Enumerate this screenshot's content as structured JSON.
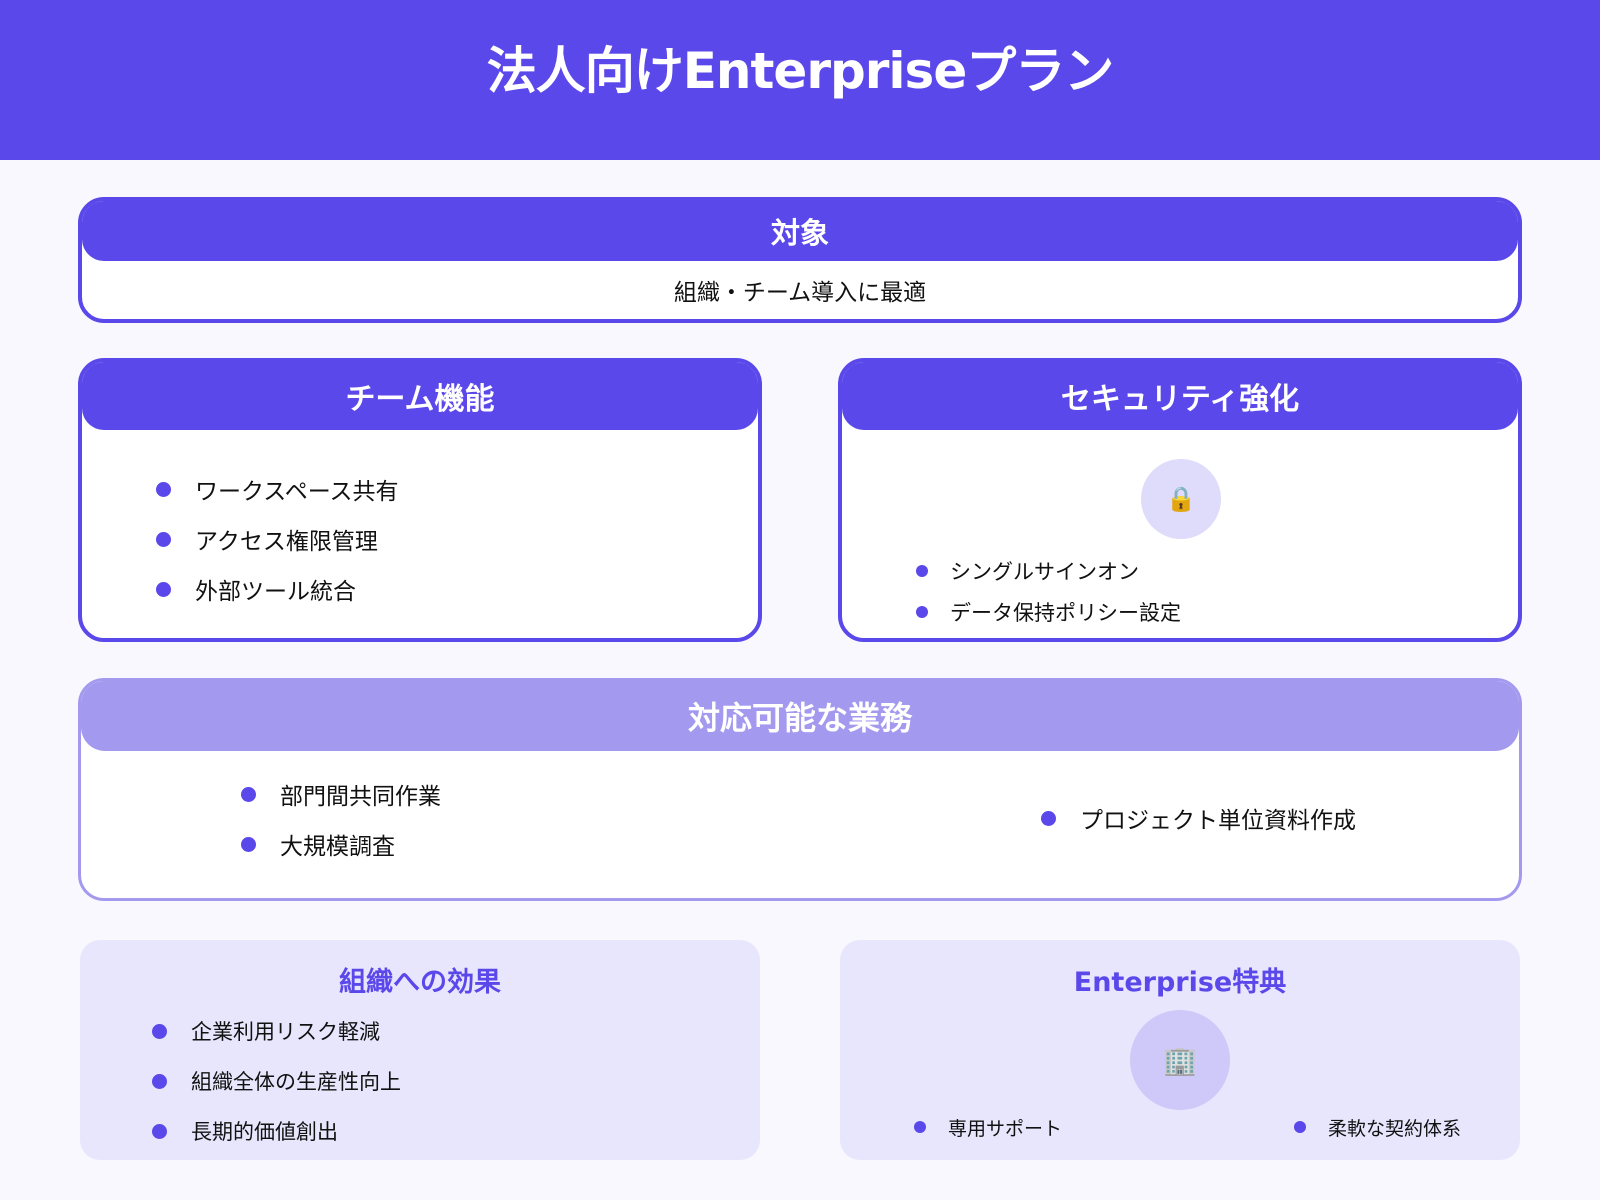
{
  "header": {
    "title": "法人向けEnterpriseプラン"
  },
  "target": {
    "heading": "対象",
    "text": "組織・チーム導入に最適"
  },
  "team_features": {
    "heading": "チーム機能",
    "items": [
      "ワークスペース共有",
      "アクセス権限管理",
      "外部ツール統合"
    ]
  },
  "security": {
    "heading": "セキュリティ強化",
    "icon": "🔒",
    "items": [
      "シングルサインオン",
      "データ保持ポリシー設定"
    ]
  },
  "tasks": {
    "heading": "対応可能な業務",
    "left_items": [
      "部門間共同作業",
      "大規模調査"
    ],
    "right_items": [
      "プロジェクト単位資料作成"
    ]
  },
  "org_effects": {
    "heading": "組織への効果",
    "items": [
      "企業利用リスク軽減",
      "組織全体の生産性向上",
      "長期的価値創出"
    ]
  },
  "benefits": {
    "heading": "Enterprise特典",
    "icon": "🏢",
    "items": [
      "専用サポート",
      "柔軟な契約体系"
    ]
  },
  "colors": {
    "primary": "#5B48EA",
    "secondary_header": "#A39AEF",
    "soft_panel": "#E8E6FC",
    "background": "#F8F8FE"
  }
}
